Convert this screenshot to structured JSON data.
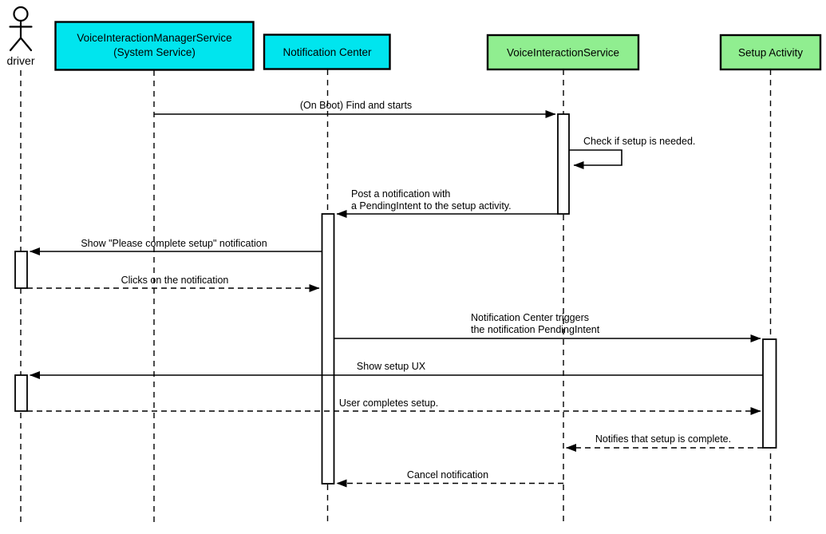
{
  "colors": {
    "system_box_fill": "#00E5EE",
    "component_box_fill": "#90EE90",
    "line_color": "#000000",
    "background": "#FFFFFF"
  },
  "participants": [
    {
      "id": "driver",
      "type": "actor",
      "label": "driver"
    },
    {
      "id": "voice-interaction-manager-service",
      "type": "system-service",
      "label": "VoiceInteractionManagerService",
      "sublabel": "(System Service)"
    },
    {
      "id": "notification-center",
      "type": "system-service",
      "label": "Notification Center"
    },
    {
      "id": "voice-interaction-service",
      "type": "app-component",
      "label": "VoiceInteractionService"
    },
    {
      "id": "setup-activity",
      "type": "app-component",
      "label": "Setup Activity"
    }
  ],
  "messages": [
    {
      "from": "voice-interaction-manager-service",
      "to": "voice-interaction-service",
      "style": "solid",
      "label": "(On Boot) Find and starts",
      "lines": [
        "(On Boot) Find and starts"
      ]
    },
    {
      "from": "voice-interaction-service",
      "to": "voice-interaction-service",
      "style": "solid-self",
      "label": "Check if setup is needed.",
      "lines": [
        "Check if setup is needed."
      ]
    },
    {
      "from": "voice-interaction-service",
      "to": "notification-center",
      "style": "solid",
      "label": "Post a notification with a PendingIntent to the setup activity.",
      "lines": [
        "Post a notification with",
        "a PendingIntent to the setup activity."
      ]
    },
    {
      "from": "notification-center",
      "to": "driver",
      "style": "solid",
      "label": "Show \"Please complete setup\" notification",
      "lines": [
        "Show \"Please complete setup\" notification"
      ]
    },
    {
      "from": "driver",
      "to": "notification-center",
      "style": "dashed",
      "label": "Clicks on the notification",
      "lines": [
        "Clicks on the notification"
      ]
    },
    {
      "from": "notification-center",
      "to": "setup-activity",
      "style": "solid",
      "label": "Notification Center triggers the notification PendingIntent",
      "lines": [
        "Notification Center triggers",
        "the notification PendingIntent"
      ]
    },
    {
      "from": "setup-activity",
      "to": "driver",
      "style": "solid",
      "label": "Show setup UX",
      "lines": [
        "Show setup UX"
      ]
    },
    {
      "from": "driver",
      "to": "setup-activity",
      "style": "dashed",
      "label": "User completes setup.",
      "lines": [
        "User completes setup."
      ]
    },
    {
      "from": "setup-activity",
      "to": "voice-interaction-service",
      "style": "dashed",
      "label": "Notifies that setup is complete.",
      "lines": [
        "Notifies that setup is complete."
      ]
    },
    {
      "from": "voice-interaction-service",
      "to": "notification-center",
      "style": "dashed",
      "label": "Cancel notification",
      "lines": [
        "Cancel notification"
      ]
    }
  ]
}
